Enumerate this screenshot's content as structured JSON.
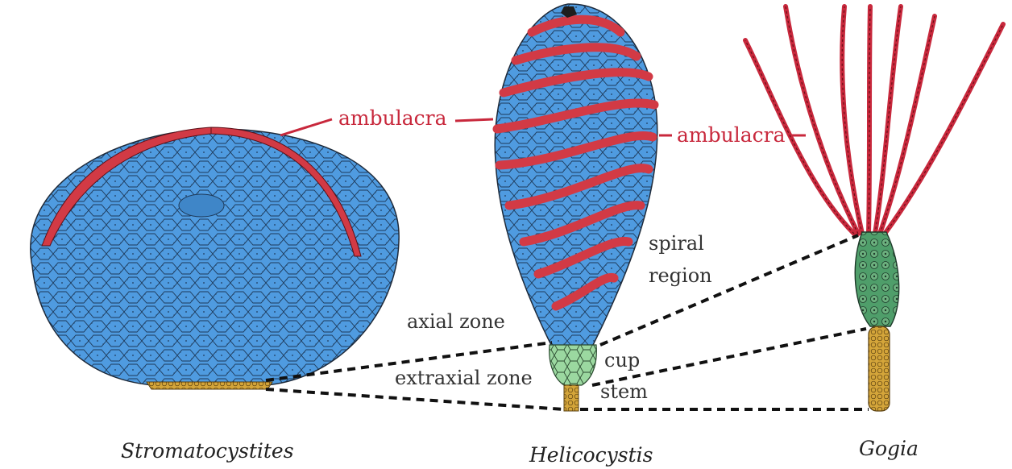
{
  "labels": {
    "ambulacra_left": "ambulacra",
    "ambulacra_right": "ambulacra",
    "spiral_region_line1": "spiral",
    "spiral_region_line2": "region",
    "axial_zone": "axial zone",
    "extraxial_zone": "extraxial zone",
    "cup": "cup",
    "stem": "stem"
  },
  "species": {
    "stromatocystites": "Stromatocystites",
    "helicocystis": "Helicocystis",
    "gogia": "Gogia"
  },
  "colors": {
    "body_blue": "#4f9be0",
    "ambulacra_red": "#d23a45",
    "cup_green": "#9bd8a0",
    "gogia_green": "#4f9e6a",
    "stem_yellow": "#d4a53a",
    "outline": "#1e2a3a",
    "label_red": "#c8283c"
  }
}
